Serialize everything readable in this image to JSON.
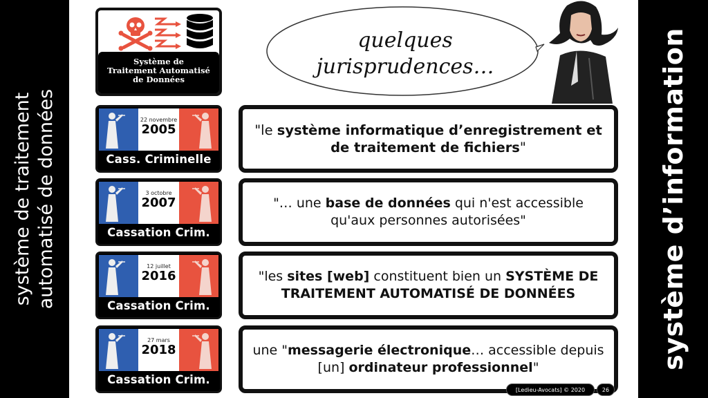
{
  "sidebar_left": {
    "line1": "système de traitement",
    "line2": "automatisé de données"
  },
  "sidebar_right": {
    "title": "système d’information"
  },
  "logo": {
    "icons": [
      "skull-crossbones-icon",
      "lightning-arrows-icon",
      "database-icon"
    ],
    "line1": "Système de",
    "line2": "Traitement Automatisé",
    "line3": "de Données",
    "accent_color": "#e8533f"
  },
  "bubble": {
    "line1": "quelques",
    "line2": "jurisprudences…"
  },
  "flag_colors": {
    "blue": "#2f5fb0",
    "white": "#ffffff",
    "red": "#e8533f"
  },
  "rows": [
    {
      "date": "22 novembre",
      "year": "2005",
      "court": "Cass. Criminelle",
      "quote": {
        "pre": "\"le ",
        "bold1": "système informatique d’enregistrement et de traitement de fichiers",
        "mid": "",
        "bold2": "",
        "post": "\""
      }
    },
    {
      "date": "3 octobre",
      "year": "2007",
      "court": "Cassation Crim.",
      "quote": {
        "pre": "\"… une ",
        "bold1": "base de données",
        "mid": " qui n'est accessible qu'aux personnes autorisées\"",
        "bold2": "",
        "post": ""
      }
    },
    {
      "date": "12 juillet",
      "year": "2016",
      "court": "Cassation Crim.",
      "quote": {
        "pre": "\"les ",
        "bold1": "sites [web]",
        "mid": " constituent bien un ",
        "bold2": "SYSTÈME DE TRAITEMENT AUTOMATISÉ DE DONNÉES",
        "post": ""
      }
    },
    {
      "date": "27 mars",
      "year": "2018",
      "court": "Cassation Crim.",
      "quote": {
        "pre": "une \"",
        "bold1": "messagerie électronique",
        "mid": "… accessible depuis [un] ",
        "bold2": "ordinateur professionnel",
        "post": "\""
      }
    }
  ],
  "footer": {
    "credit": "[Ledieu-Avocats] © 2020",
    "page": "26"
  }
}
